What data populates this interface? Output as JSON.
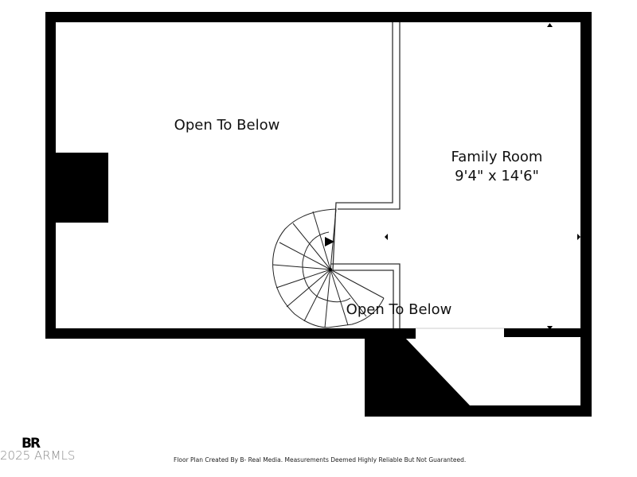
{
  "floor_plan": {
    "rooms": [
      {
        "id": "open-to-below-main",
        "label": "Open To Below"
      },
      {
        "id": "family-room",
        "label": "Family Room",
        "dimensions": "9'4\" x 14'6\""
      },
      {
        "id": "open-to-below-stair",
        "label": "Open To Below"
      }
    ],
    "colors": {
      "wall": "#000000",
      "background": "#ffffff",
      "text": "#111111"
    }
  },
  "branding": {
    "logo": "BR",
    "copyright": "2025 ARMLS"
  },
  "footer": {
    "note": "Floor Plan Created By B- Real Media. Measurements Deemed Highly Reliable But Not Guaranteed."
  }
}
